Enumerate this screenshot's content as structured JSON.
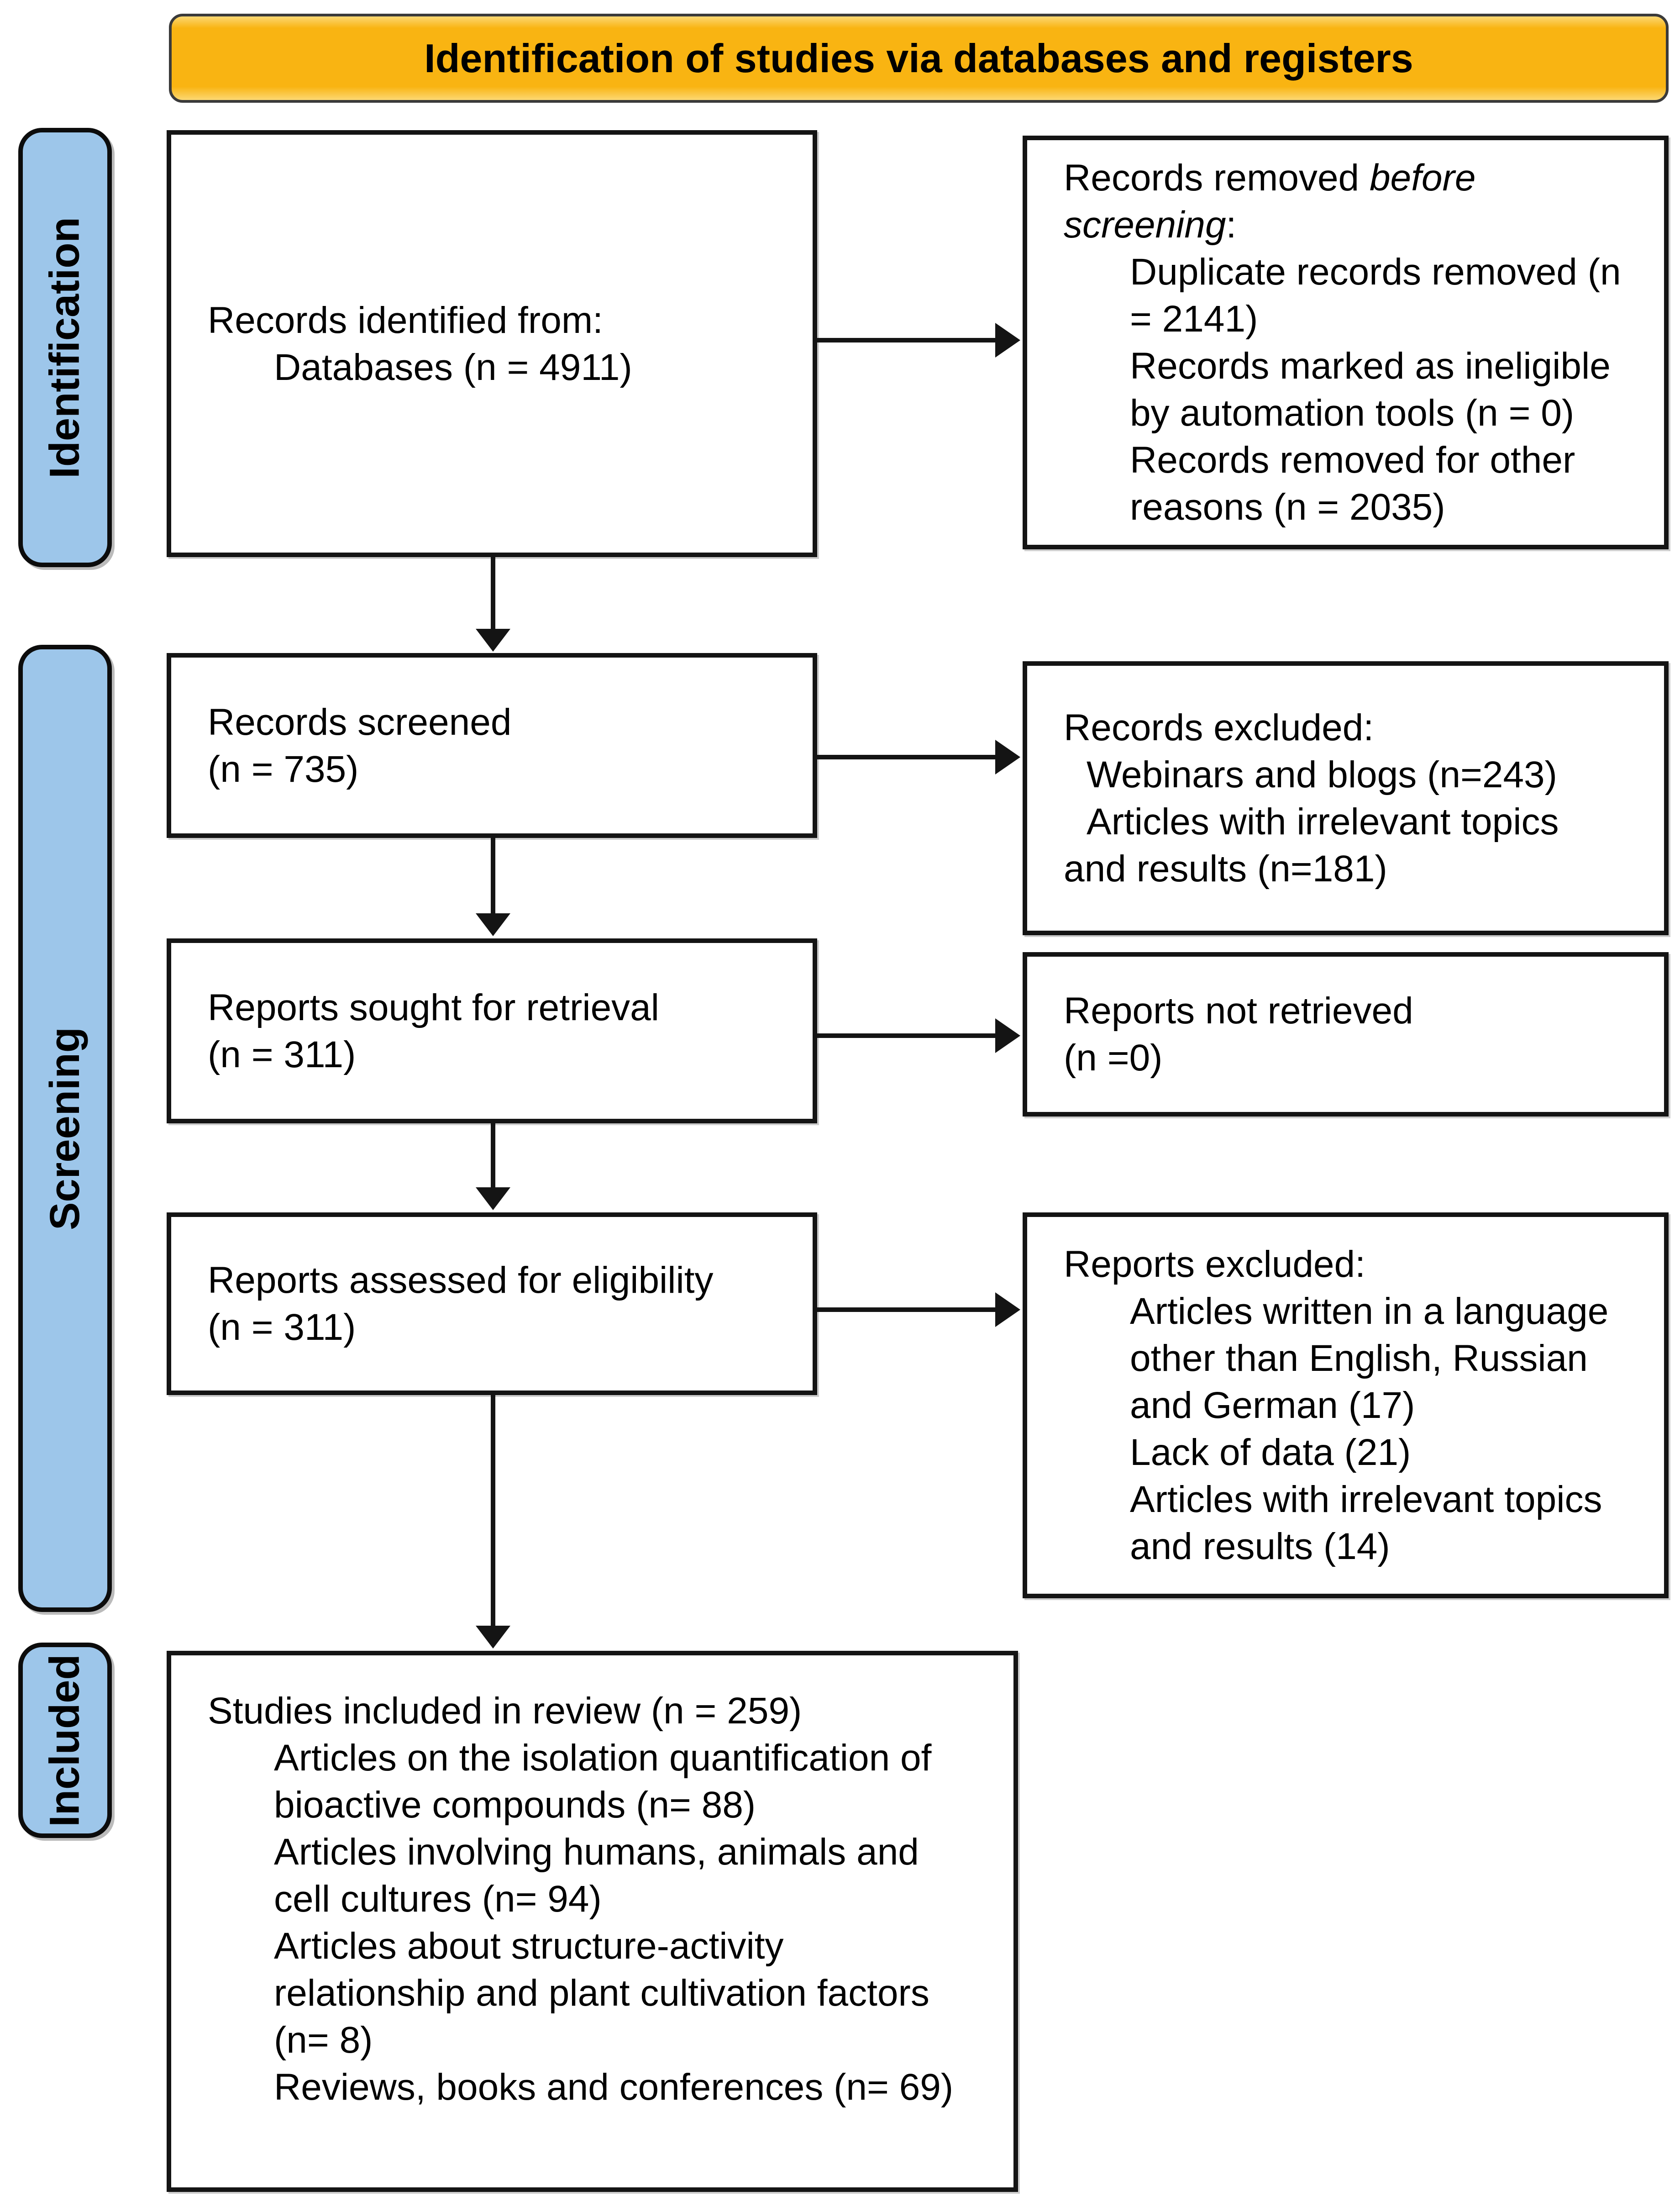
{
  "banner": {
    "title": "Identification of studies via databases and registers"
  },
  "labels": {
    "identification": "Identification",
    "screening": "Screening",
    "included": "Included"
  },
  "boxes": {
    "identified": {
      "line1": "Records identified from:",
      "line2": "Databases (n = 4911)"
    },
    "removed": {
      "title_prefix": "Records removed ",
      "title_italic": "before\nscreening",
      "title_suffix": ":",
      "items": "Duplicate records removed (n\n= 2141)\nRecords marked as ineligible\nby automation tools (n = 0)\nRecords removed for other\nreasons (n = 2035)"
    },
    "screened": {
      "text": "Records screened\n(n = 735)"
    },
    "records_excluded": {
      "title": "Records excluded:",
      "items": "Webinars and blogs (n=243)\nArticles with irrelevant topics",
      "tail": "and results (n=181)"
    },
    "sought": {
      "text": "Reports sought for retrieval\n(n = 311)"
    },
    "not_retrieved": {
      "text": "Reports not retrieved\n(n =0)"
    },
    "assessed": {
      "text": "Reports assessed for eligibility\n(n = 311)"
    },
    "reports_excluded": {
      "title": "Reports excluded:",
      "items": "Articles written in a language\nother than English, Russian\nand German (17)\nLack of data (21)\nArticles with irrelevant topics\nand results (14)"
    },
    "included_studies": {
      "title": "Studies included in review (n = 259)",
      "items": "Articles on the isolation quantification of\nbioactive compounds (n= 88)\nArticles involving humans, animals and\ncell cultures (n= 94)\nArticles about structure-activity\nrelationship and plant cultivation factors\n(n= 8)\nReviews, books and conferences (n= 69)"
    }
  },
  "colors": {
    "banner_bg": "#F9B412",
    "label_bg": "#9DC6EA",
    "line": "#141414"
  }
}
